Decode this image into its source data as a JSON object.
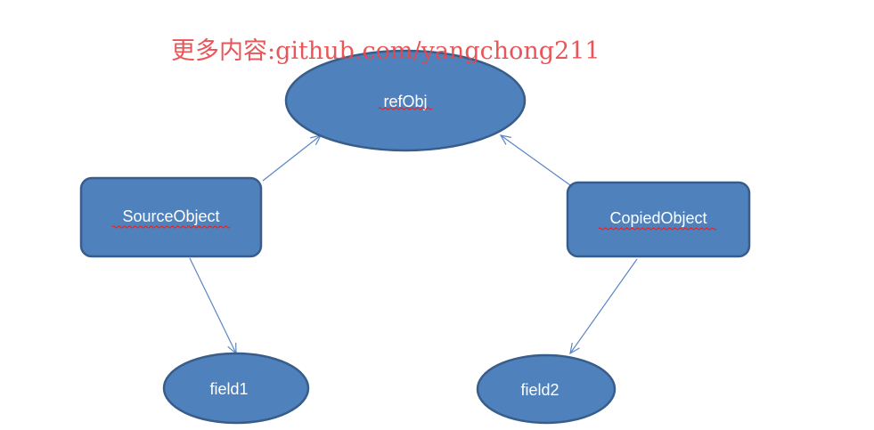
{
  "watermark": "更多内容:github.com/yangchong211",
  "colors": {
    "node_fill": "#4f81bd",
    "node_stroke": "#385d8a",
    "edge": "#5b86c5",
    "label": "#ffffff",
    "watermark": "#e8474a",
    "underline": "#e02020"
  },
  "nodes": {
    "ref_obj": {
      "label": "refObj",
      "shape": "ellipse"
    },
    "source_object": {
      "label": "SourceObject",
      "shape": "rounded-rectangle"
    },
    "copied_object": {
      "label": "CopiedObject",
      "shape": "rounded-rectangle"
    },
    "field1": {
      "label": "field1",
      "shape": "ellipse"
    },
    "field2": {
      "label": "field2",
      "shape": "ellipse"
    }
  },
  "edges": [
    {
      "from": "source_object",
      "to": "ref_obj"
    },
    {
      "from": "copied_object",
      "to": "ref_obj"
    },
    {
      "from": "source_object",
      "to": "field1"
    },
    {
      "from": "copied_object",
      "to": "field2"
    }
  ]
}
